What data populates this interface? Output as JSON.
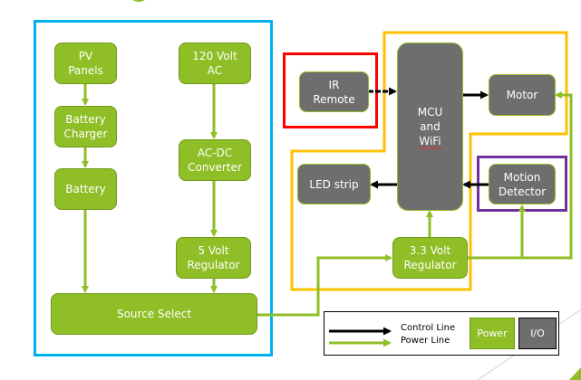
{
  "diagram": {
    "groups": {
      "power_supply": {
        "color": "#00b0f0"
      },
      "ir_remote_group": {
        "color": "#ff0000"
      },
      "mcu_group": {
        "color": "#ffc000"
      },
      "motion_group": {
        "color": "#7030a0"
      }
    },
    "blocks": {
      "pv_panels": {
        "label": "PV\nPanels",
        "type": "power"
      },
      "battery_charger": {
        "label": "Battery\nCharger",
        "type": "power"
      },
      "battery": {
        "label": "Battery",
        "type": "power"
      },
      "ac_120": {
        "label": "120 Volt\nAC",
        "type": "power"
      },
      "ac_dc": {
        "label": "AC-DC\nConverter",
        "type": "power"
      },
      "reg_5v": {
        "label": "5 Volt\nRegulator",
        "type": "power"
      },
      "source_select": {
        "label": "Source Select",
        "type": "power"
      },
      "ir_remote": {
        "label": "IR\nRemote",
        "type": "io"
      },
      "mcu_line1": {
        "label": "MCU"
      },
      "mcu_line2": {
        "label": "and"
      },
      "mcu_line3": {
        "label": "WiFi"
      },
      "motor": {
        "label": "Motor",
        "type": "io"
      },
      "led_strip": {
        "label": "LED strip",
        "type": "io"
      },
      "motion_detector": {
        "label": "Motion\nDetector",
        "type": "io"
      },
      "reg_3v3": {
        "label": "3.3 Volt\nRegulator",
        "type": "power"
      }
    },
    "connections": [
      {
        "from": "PV Panels",
        "to": "Battery Charger",
        "kind": "power"
      },
      {
        "from": "Battery Charger",
        "to": "Battery",
        "kind": "power"
      },
      {
        "from": "Battery",
        "to": "Source Select",
        "kind": "power"
      },
      {
        "from": "120 Volt AC",
        "to": "AC-DC Converter",
        "kind": "power"
      },
      {
        "from": "AC-DC Converter",
        "to": "5 Volt Regulator",
        "kind": "power"
      },
      {
        "from": "5 Volt Regulator",
        "to": "Source Select",
        "kind": "power"
      },
      {
        "from": "Source Select",
        "to": "3.3 Volt Regulator",
        "kind": "power"
      },
      {
        "from": "3.3 Volt Regulator",
        "to": "MCU and WiFi",
        "kind": "power"
      },
      {
        "from": "3.3 Volt Regulator",
        "to": "Motion Detector",
        "kind": "power"
      },
      {
        "from": "3.3 Volt Regulator",
        "to": "Motor",
        "kind": "power"
      },
      {
        "from": "IR Remote",
        "to": "MCU and WiFi",
        "kind": "control"
      },
      {
        "from": "MCU and WiFi",
        "to": "Motor",
        "kind": "control"
      },
      {
        "from": "MCU and WiFi",
        "to": "LED strip",
        "kind": "control"
      },
      {
        "from": "Motion Detector",
        "to": "MCU and WiFi",
        "kind": "control"
      }
    ],
    "colors": {
      "power": "#8fbe26",
      "io": "#6e6e6e",
      "control_line": "#000000",
      "power_line": "#8fbe26"
    }
  },
  "legend": {
    "control_line_label": "Control Line",
    "power_line_label": "Power Line",
    "power_swatch_label": "Power",
    "io_swatch_label": "I/O"
  }
}
